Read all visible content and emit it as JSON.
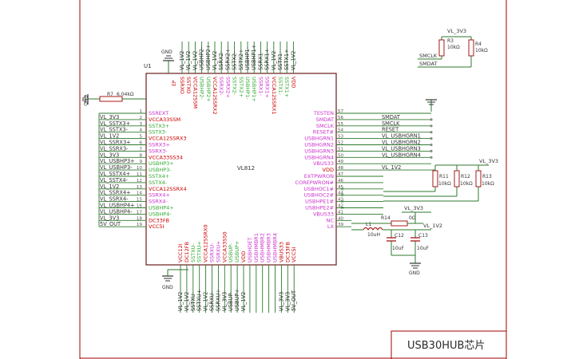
{
  "colors": {
    "border": "#a00000",
    "wire": "#2d7a2d",
    "chip": "#6b1a1a",
    "red_text": "#cc0000",
    "magenta": "#cc33cc",
    "green": "#33aa33",
    "dark": "#333333",
    "blue": "#2a4a8a",
    "purple": "#8844aa"
  },
  "title": "USB30HUB芯片",
  "chip": {
    "designator": "U1",
    "part": "VL812",
    "ep_label": "EP"
  },
  "top_pins": [
    {
      "name": "SSRXO",
      "num": "",
      "net": "VL_1V2",
      "cls": "red"
    },
    {
      "name": "SSTXO",
      "num": "",
      "net": "VL_1V2",
      "cls": "red"
    },
    {
      "name": "VCCA12SSM",
      "num": "",
      "net": "VL_1V2",
      "cls": "red"
    },
    {
      "name": "USBHP2-",
      "num": "",
      "net": "USBHP2-",
      "cls": "green"
    },
    {
      "name": "USBHP2+",
      "num": "",
      "net": "USBHP2+",
      "cls": "green"
    },
    {
      "name": "VCCA12SSRX2",
      "num": "",
      "net": "VL_1V2",
      "cls": "red"
    },
    {
      "name": "SSRX2-",
      "num": "",
      "net": "SSRX2-",
      "cls": "magenta"
    },
    {
      "name": "SSRX2+",
      "num": "",
      "net": "SSRX2+",
      "cls": "magenta"
    },
    {
      "name": "SSTX2-",
      "num": "",
      "net": "SSTX2-",
      "cls": "green"
    },
    {
      "name": "SSTX2+",
      "num": "",
      "net": "SSTX2+",
      "cls": "green"
    },
    {
      "name": "USBHP1-",
      "num": "",
      "net": "USBHP1-",
      "cls": "green"
    },
    {
      "name": "USBHP1+",
      "num": "",
      "net": "USBHP1+",
      "cls": "green"
    },
    {
      "name": "SSRX1-",
      "num": "",
      "net": "SSRX1-",
      "cls": "magenta"
    },
    {
      "name": "SSRX1+",
      "num": "",
      "net": "SSRX1+",
      "cls": "magenta"
    },
    {
      "name": "VCCA12SSRX1",
      "num": "",
      "net": "VL_1V2",
      "cls": "red"
    },
    {
      "name": "SSTX1-",
      "num": "",
      "net": "SSTX1-",
      "cls": "green"
    },
    {
      "name": "SSTX1+",
      "num": "",
      "net": "SSTX1+",
      "cls": "green"
    },
    {
      "name": "VDD",
      "num": "",
      "net": "VL_1V2",
      "cls": "red"
    }
  ],
  "left_pins": [
    {
      "num": "1",
      "name": "SSREXT",
      "net": "",
      "cls": "magenta"
    },
    {
      "num": "2",
      "name": "VCCA33SSM",
      "net": "VL_3V3",
      "cls": "red"
    },
    {
      "num": "3",
      "name": "SSTX3+",
      "net": "VL_SSTX3+",
      "cls": "green"
    },
    {
      "num": "4",
      "name": "SSTX3-",
      "net": "VL_SSTX3-",
      "cls": "green"
    },
    {
      "num": "5",
      "name": "VCCA12SSRX3",
      "net": "VL_1V2",
      "cls": "red"
    },
    {
      "num": "6",
      "name": "SSRX3+",
      "net": "VL_SSRX3+",
      "cls": "magenta"
    },
    {
      "num": "7",
      "name": "SSRX3-",
      "net": "VL_SSRX3-",
      "cls": "magenta"
    },
    {
      "num": "8",
      "name": "VCCA33SS34",
      "net": "VL_3V3",
      "cls": "red"
    },
    {
      "num": "9",
      "name": "USBHP3+",
      "net": "VL_USBHP3+",
      "cls": "green"
    },
    {
      "num": "10",
      "name": "USBHP3-",
      "net": "VL_USBHP3-",
      "cls": "green"
    },
    {
      "num": "11",
      "name": "SSTX4+",
      "net": "VL_SSTX4+",
      "cls": "green"
    },
    {
      "num": "12",
      "name": "SSTX4-",
      "net": "VL_SSTX4-",
      "cls": "green"
    },
    {
      "num": "13",
      "name": "VCCA12SSRX4",
      "net": "VL_1V2",
      "cls": "red"
    },
    {
      "num": "14",
      "name": "SSRX4+",
      "net": "VL_SSRX4+",
      "cls": "magenta"
    },
    {
      "num": "15",
      "name": "SSRX4-",
      "net": "VL_SSRX4-",
      "cls": "magenta"
    },
    {
      "num": "16",
      "name": "USBHP4+",
      "net": "VL_USBHP4+",
      "cls": "green"
    },
    {
      "num": "17",
      "name": "USBHP4-",
      "net": "VL_USBHP4-",
      "cls": "green"
    },
    {
      "num": "18",
      "name": "DC33FB",
      "net": "VL_3V3",
      "cls": "red"
    },
    {
      "num": "19",
      "name": "VCC5I",
      "net": "5V_OUT",
      "cls": "red"
    }
  ],
  "right_pins": [
    {
      "num": "57",
      "name": "TESTEN",
      "net": "",
      "cls": "magenta"
    },
    {
      "num": "56",
      "name": "SMDAT",
      "net": "SMDAT",
      "cls": "magenta"
    },
    {
      "num": "55",
      "name": "SMCLK",
      "net": "SMCLK",
      "cls": "magenta"
    },
    {
      "num": "54",
      "name": "RESET#",
      "net": "RESET",
      "cls": "magenta"
    },
    {
      "num": "53",
      "name": "USBHGRN1",
      "net": "VL_USBHGRN1",
      "cls": "magenta"
    },
    {
      "num": "52",
      "name": "USBHGRN2",
      "net": "VL_USBHGRN2",
      "cls": "magenta"
    },
    {
      "num": "51",
      "name": "USBHGRN3",
      "net": "VL_USBHGRN3",
      "cls": "magenta"
    },
    {
      "num": "50",
      "name": "USBHGRN4",
      "net": "VL_USBHGRN4",
      "cls": "magenta"
    },
    {
      "num": "49",
      "name": "VBUS33",
      "net": "",
      "cls": "magenta"
    },
    {
      "num": "48",
      "name": "VDD",
      "net": "VL_1V2",
      "cls": "red"
    },
    {
      "num": "47",
      "name": "EXTPWRON",
      "net": "",
      "cls": "magenta"
    },
    {
      "num": "46",
      "name": "COREPWRON#",
      "net": "",
      "cls": "magenta"
    },
    {
      "num": "45",
      "name": "USBHOC1#",
      "net": "",
      "cls": "magenta"
    },
    {
      "num": "44",
      "name": "USBHOC2#",
      "net": "",
      "cls": "magenta"
    },
    {
      "num": "43",
      "name": "USBHPE1#",
      "net": "",
      "cls": "magenta"
    },
    {
      "num": "42",
      "name": "USBHPE2#",
      "net": "",
      "cls": "magenta"
    },
    {
      "num": "41",
      "name": "VBUS33",
      "net": "",
      "cls": "magenta"
    },
    {
      "num": "40",
      "name": "NC",
      "net": "",
      "cls": "magenta"
    },
    {
      "num": "39",
      "name": "LX",
      "net": "",
      "cls": "magenta"
    }
  ],
  "bottom_pins": [
    {
      "name": "VCC12I",
      "net": "VL_1V2",
      "cls": "red"
    },
    {
      "name": "DC12FB",
      "net": "VL_1V2",
      "cls": "red"
    },
    {
      "name": "SSTXU-",
      "net": "SSTXU-",
      "cls": "green"
    },
    {
      "name": "SSTXU+",
      "net": "SSTXU+",
      "cls": "green"
    },
    {
      "name": "VCCA12SSRX0",
      "net": "VL_1V2",
      "cls": "red"
    },
    {
      "name": "SSRXU-",
      "net": "SSRXU-",
      "cls": "magenta"
    },
    {
      "name": "SSRXU+",
      "net": "SSRXU+",
      "cls": "magenta"
    },
    {
      "name": "VCCA33SS0",
      "net": "VL_3V3",
      "cls": "red"
    },
    {
      "name": "USBUP-",
      "net": "USBUP-",
      "cls": "green"
    },
    {
      "name": "USBUP+",
      "net": "USBUP+",
      "cls": "green"
    },
    {
      "name": "VDD",
      "net": "VL_1V2",
      "cls": "red"
    },
    {
      "name": "USBHDET",
      "net": "",
      "cls": "magenta"
    },
    {
      "name": "USBHMBR1",
      "net": "",
      "cls": "magenta"
    },
    {
      "name": "USBHMBR2",
      "net": "",
      "cls": "magenta"
    },
    {
      "name": "USBHMBR3",
      "net": "",
      "cls": "magenta"
    },
    {
      "name": "USBHMBR4",
      "net": "",
      "cls": "magenta"
    },
    {
      "name": "VBUS33",
      "net": "VL_3V3",
      "cls": "red"
    },
    {
      "name": "DC33FB",
      "net": "VL_3V3",
      "cls": "red"
    },
    {
      "name": "VCC5I",
      "net": "5V_OUT",
      "cls": "red"
    }
  ],
  "components": {
    "r7": {
      "ref": "R7",
      "val": "6.04kΩ"
    },
    "r3": {
      "ref": "R3",
      "val": "10kΩ"
    },
    "r4": {
      "ref": "R4",
      "val": "10kΩ"
    },
    "r11": {
      "ref": "R11",
      "val": "10kΩ"
    },
    "r12": {
      "ref": "R12",
      "val": "10kΩ"
    },
    "r13": {
      "ref": "R13",
      "val": "10kΩ"
    },
    "r14": {
      "ref": "R14",
      "val": "0Ω"
    },
    "l1": {
      "ref": "L1",
      "val": "10uH"
    },
    "c12": {
      "ref": "C12",
      "val": "10uF"
    },
    "c13": {
      "ref": "C13",
      "val": "10uF"
    }
  },
  "nets": {
    "gnd": "GND",
    "vl_3v3": "VL_3V3",
    "vl_1v2": "VL_1V2",
    "smclk": "SMCLK",
    "smdat": "SMDAT"
  }
}
